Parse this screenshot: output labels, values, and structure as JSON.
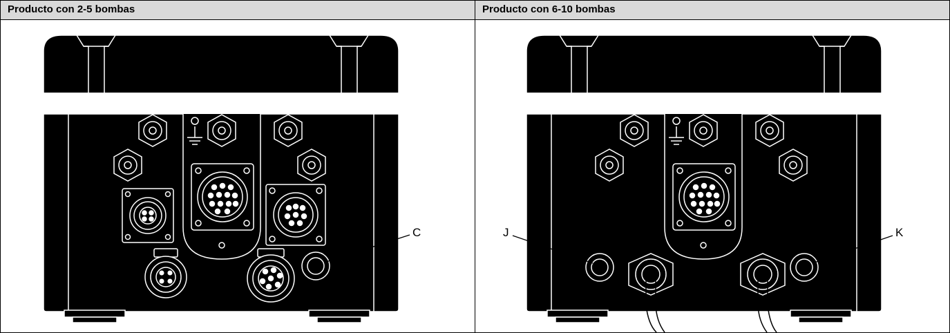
{
  "panels": [
    {
      "title": "Producto con 2-5 bombas",
      "callouts": [
        "C"
      ]
    },
    {
      "title": "Producto con 6-10 bombas",
      "callouts": [
        "J",
        "K"
      ]
    }
  ],
  "colors": {
    "body": "#000000",
    "stroke": "#ffffff",
    "header_bg": "#d9d9d9",
    "background": "#ffffff"
  }
}
